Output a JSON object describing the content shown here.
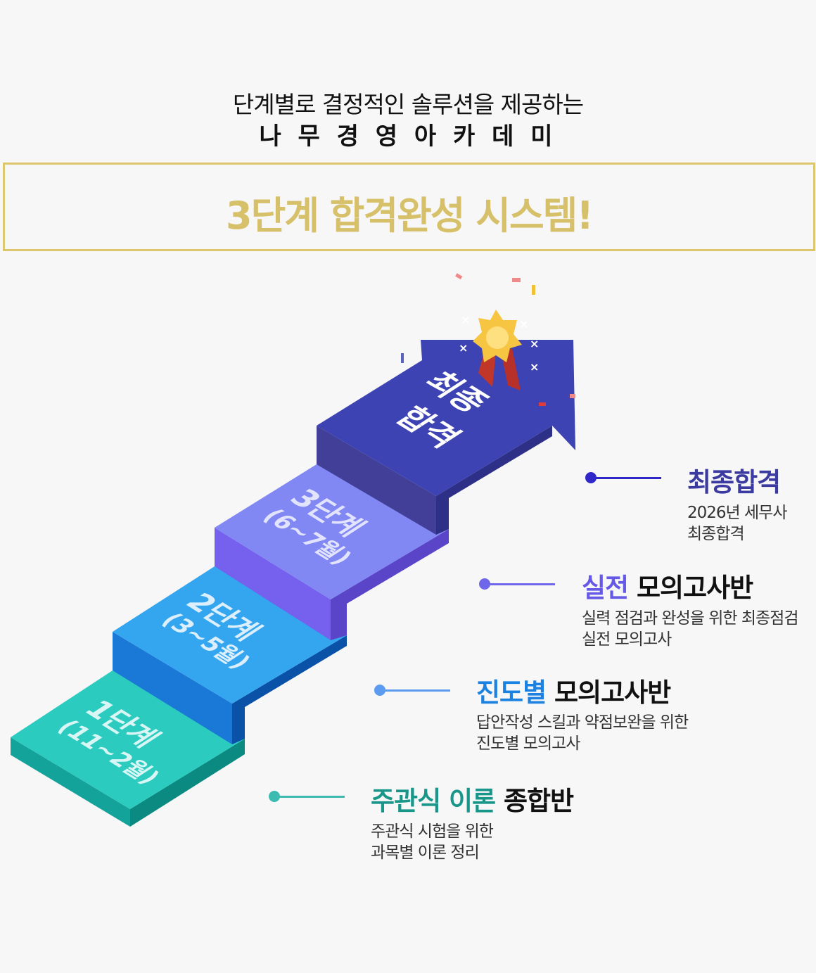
{
  "header": {
    "subtitle": "단계별로 결정적인 솔루션을 제공하는",
    "brand": "나 무 경 영 아 카 데 미",
    "title": "3단계 합격완성 시스템!"
  },
  "stairs": [
    {
      "label": "1단계",
      "period": "(11~2월)",
      "color": "#1fc4b8"
    },
    {
      "label": "2단계",
      "period": "(3~5월)",
      "color": "#2f9ff0"
    },
    {
      "label": "3단계",
      "period": "(6~7월)",
      "color": "#7c85f2"
    },
    {
      "label": "최종",
      "label2": "합격",
      "color": "#3c3fb4"
    }
  ],
  "legend": [
    {
      "accent": "최종합격",
      "rest": "",
      "desc1": "2026년 세무사",
      "desc2": "최종합격",
      "color": "#3b3aa0",
      "dot": "#2f27c8"
    },
    {
      "accent": "실전",
      "rest": " 모의고사반",
      "desc1": "실력 점검과 완성을 위한 최종점검",
      "desc2": "실전 모의고사",
      "color": "#6559e6",
      "dot": "#6f67ea"
    },
    {
      "accent": "진도별",
      "rest": " 모의고사반",
      "desc1": "답안작성 스킬과 약점보완을 위한",
      "desc2": "진도별 모의고사",
      "color": "#1c82e2",
      "dot": "#5b9cf0"
    },
    {
      "accent": "주관식 이론",
      "rest": " 종합반",
      "desc1": "주관식 시험을 위한",
      "desc2": "과목별 이론 정리",
      "color": "#18968a",
      "dot": "#3cbcb0"
    }
  ]
}
